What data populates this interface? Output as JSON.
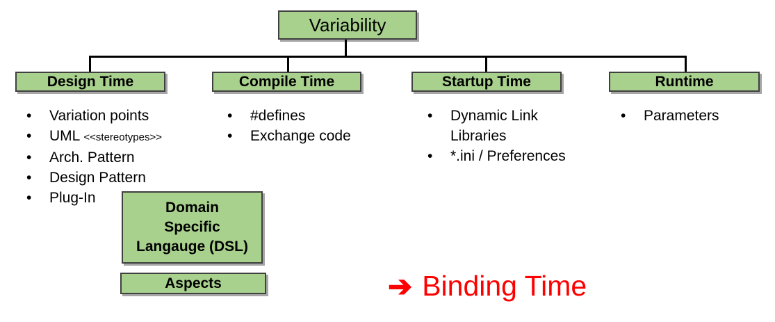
{
  "colors": {
    "box_fill": "#a9d18e",
    "box_border": "#404040",
    "box_shadow": "#a6a6a6",
    "connector": "#000000",
    "text": "#000000",
    "accent_red": "#ff0000"
  },
  "root": {
    "label": "Variability"
  },
  "columns": [
    {
      "label": "Design Time",
      "items": [
        {
          "text": "Variation points"
        },
        {
          "text": "UML ",
          "small": "<<stereotypes>>"
        },
        {
          "text": "Arch. Pattern"
        },
        {
          "text": "Design Pattern"
        },
        {
          "text": "Plug-In"
        }
      ]
    },
    {
      "label": "Compile Time",
      "items": [
        {
          "text": "#defines"
        },
        {
          "text": "Exchange code"
        }
      ]
    },
    {
      "label": "Startup Time",
      "items": [
        {
          "text": "Dynamic Link Libraries"
        },
        {
          "text": "*.ini / Preferences"
        }
      ]
    },
    {
      "label": "Runtime",
      "items": [
        {
          "text": "Parameters"
        }
      ]
    }
  ],
  "extra_boxes": [
    {
      "lines": [
        "Domain",
        "Specific",
        "Langauge (DSL)"
      ]
    },
    {
      "label": "Aspects"
    }
  ],
  "footer": {
    "arrow": "➔",
    "label": "Binding Time"
  },
  "bullet_glyph": "•"
}
